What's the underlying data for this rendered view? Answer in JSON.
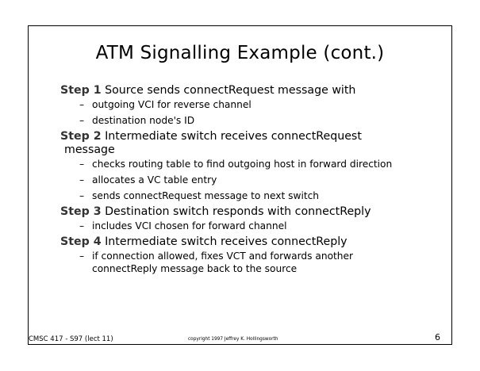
{
  "slide": {
    "title": "ATM Signalling Example (cont.)",
    "steps": [
      {
        "label": "Step 1",
        "text": " Source sends connectRequest message with",
        "continuation": "",
        "bullets": [
          "outgoing VCI for reverse channel",
          "destination node's ID"
        ]
      },
      {
        "label": "Step 2",
        "text": " Intermediate switch receives connectRequest",
        "continuation": "message",
        "bullets": [
          "checks routing table to find outgoing host in forward direction",
          "allocates a VC table entry",
          "sends connectRequest message to next switch"
        ]
      },
      {
        "label": "Step 3",
        "text": " Destination switch responds with connectReply",
        "continuation": "",
        "bullets": [
          "includes VCI chosen for forward channel"
        ]
      },
      {
        "label": "Step 4",
        "text": " Intermediate switch receives connectReply",
        "continuation": "",
        "bullets": [
          "if connection allowed, fixes VCT and forwards another connectReply message back to the source"
        ]
      }
    ],
    "bullet_marker": "–",
    "footer": {
      "course": "CMSC 417 - S97  (lect 11)",
      "copyright": "copyright 1997 Jeffrey K. Hollingsworth",
      "page": "6"
    }
  }
}
